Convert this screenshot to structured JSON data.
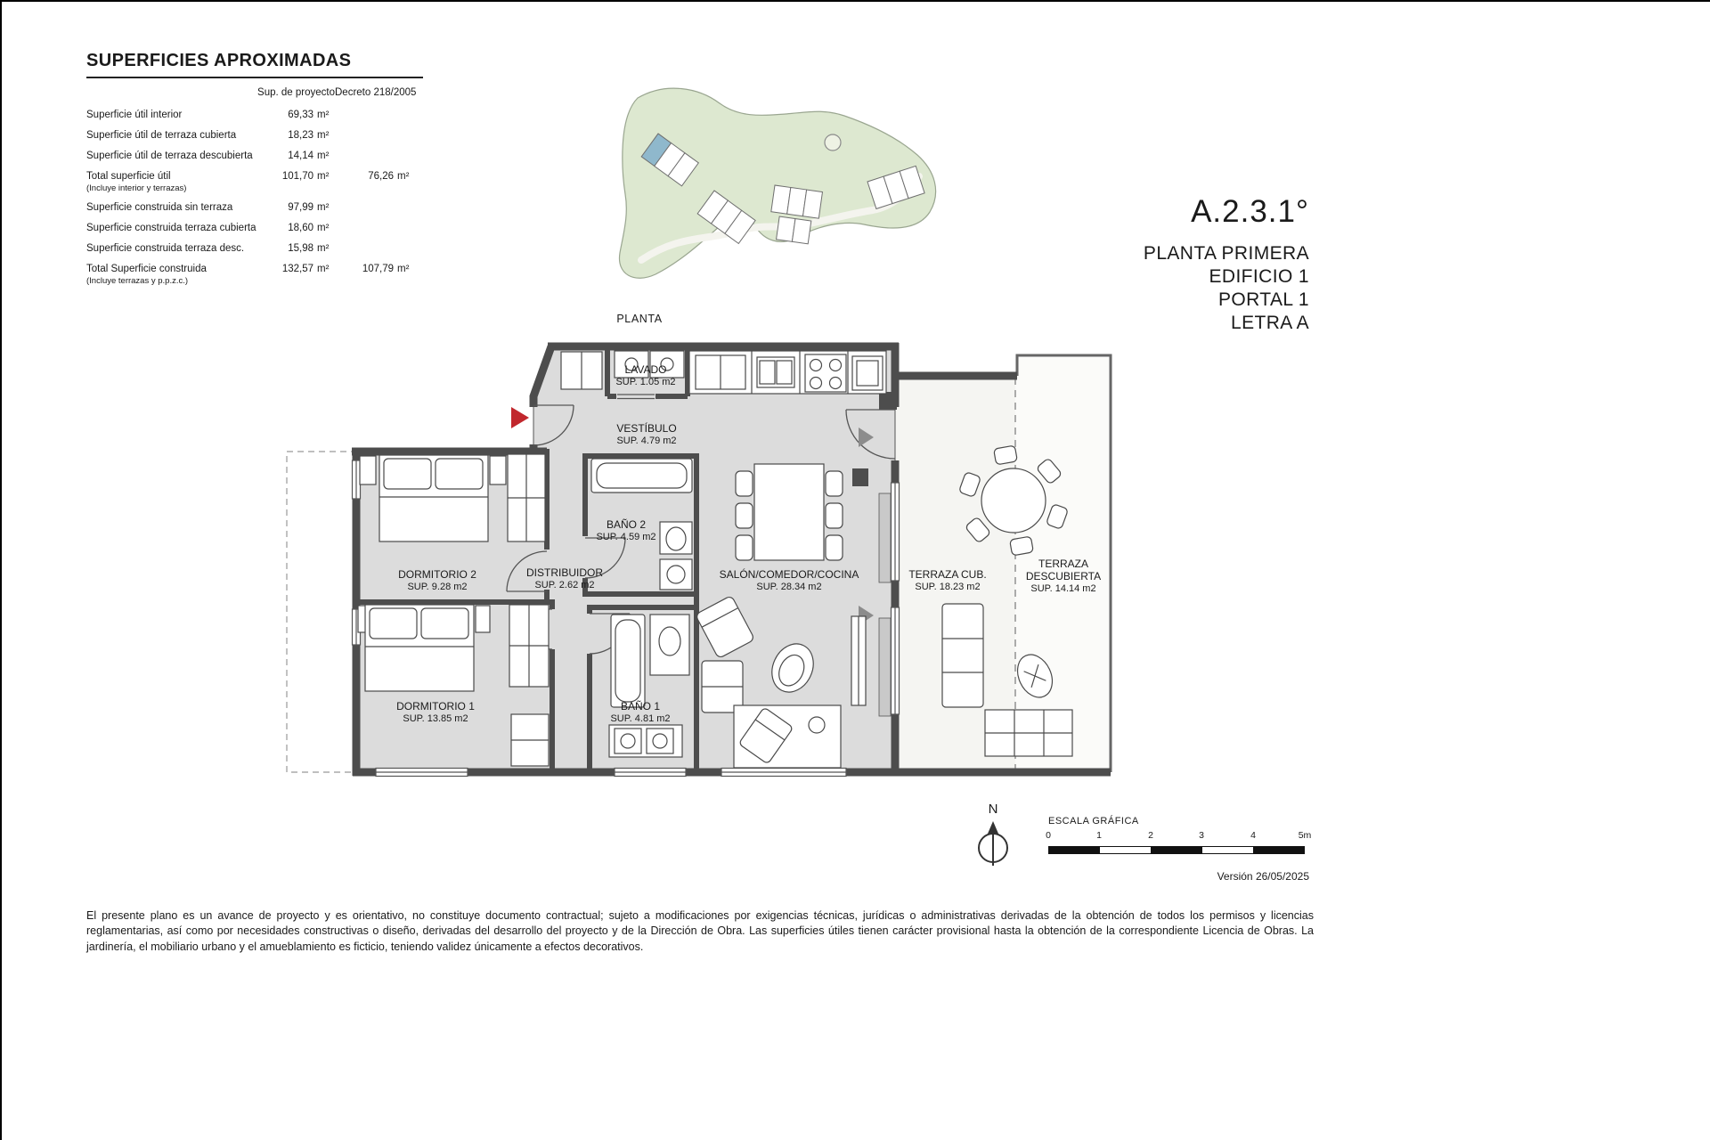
{
  "colors": {
    "wall": "#4d4d4d",
    "interior_fill": "#dcdcdc",
    "entrance_arrow_red": "#c1272d",
    "highlight_unit_blue": "#8fb8cc",
    "site_green": "#dde8d0"
  },
  "surfaces_table": {
    "title": "SUPERFICIES APROXIMADAS",
    "col_project": "Sup. de proyecto",
    "col_decree": "Decreto 218/2005",
    "rows": [
      {
        "label": "Superficie útil interior",
        "note": "",
        "project": "69,33",
        "project_unit": "m²",
        "decree": "",
        "decree_unit": ""
      },
      {
        "label": "Superficie útil de terraza cubierta",
        "note": "",
        "project": "18,23",
        "project_unit": "m²",
        "decree": "",
        "decree_unit": ""
      },
      {
        "label": "Superficie útil de terraza descubierta",
        "note": "",
        "project": "14,14",
        "project_unit": "m²",
        "decree": "",
        "decree_unit": ""
      },
      {
        "label": "Total superficie útil",
        "note": "(Incluye interior y terrazas)",
        "project": "101,70",
        "project_unit": "m²",
        "decree": "76,26",
        "decree_unit": "m²"
      },
      {
        "label": "Superficie construida sin terraza",
        "note": "",
        "project": "97,99",
        "project_unit": "m²",
        "decree": "",
        "decree_unit": ""
      },
      {
        "label": "Superficie construida terraza cubierta",
        "note": "",
        "project": "18,60",
        "project_unit": "m²",
        "decree": "",
        "decree_unit": ""
      },
      {
        "label": "Superficie construida terraza desc.",
        "note": "",
        "project": "15,98",
        "project_unit": "m²",
        "decree": "",
        "decree_unit": ""
      },
      {
        "label": "Total Superficie construida",
        "note": "(Incluye terrazas y p.p.z.c.)",
        "project": "132,57",
        "project_unit": "m²",
        "decree": "107,79",
        "decree_unit": "m²"
      }
    ]
  },
  "site_plan": {
    "label": "PLANTA"
  },
  "unit_info": {
    "code": "A.2.3.1°",
    "floor": "PLANTA PRIMERA",
    "building": "EDIFICIO 1",
    "portal": "PORTAL 1",
    "letter": "LETRA A"
  },
  "rooms": [
    {
      "name": "LAVADO",
      "sup": "SUP. 1.05 m2"
    },
    {
      "name": "VESTÍBULO",
      "sup": "SUP. 4.79 m2"
    },
    {
      "name": "BAÑO 2",
      "sup": "SUP. 4.59 m2"
    },
    {
      "name": "DORMITORIO 2",
      "sup": "SUP. 9.28 m2"
    },
    {
      "name": "DISTRIBUIDOR",
      "sup": "SUP. 2.62 m2"
    },
    {
      "name": "DORMITORIO 1",
      "sup": "SUP. 13.85 m2"
    },
    {
      "name": "BAÑO 1",
      "sup": "SUP. 4.81 m2"
    },
    {
      "name": "SALÓN/COMEDOR/COCINA",
      "sup": "SUP. 28.34 m2"
    },
    {
      "name": "TERRAZA CUB.",
      "sup": "SUP. 18.23 m2"
    },
    {
      "name": "TERRAZA DESCUBIERTA",
      "sup": "SUP. 14.14 m2"
    }
  ],
  "compass": {
    "label": "N"
  },
  "scale_bar": {
    "title": "ESCALA GRÁFICA",
    "ticks": [
      "0",
      "1",
      "2",
      "3",
      "4",
      "5m"
    ]
  },
  "version": "Versión 26/05/2025",
  "disclaimer": "El presente plano es un avance de proyecto y es orientativo, no constituye documento contractual; sujeto a modificaciones por exigencias técnicas, jurídicas o administrativas derivadas de la obtención de todos los permisos y licencias reglamentarias, así como por necesidades constructivas o diseño, derivadas del desarrollo del proyecto y de la Dirección de Obra. Las superficies útiles tienen carácter provisional hasta la obtención de la correspondiente Licencia de Obras. La jardinería, el mobiliario urbano y el amueblamiento es ficticio, teniendo validez únicamente a efectos decorativos."
}
